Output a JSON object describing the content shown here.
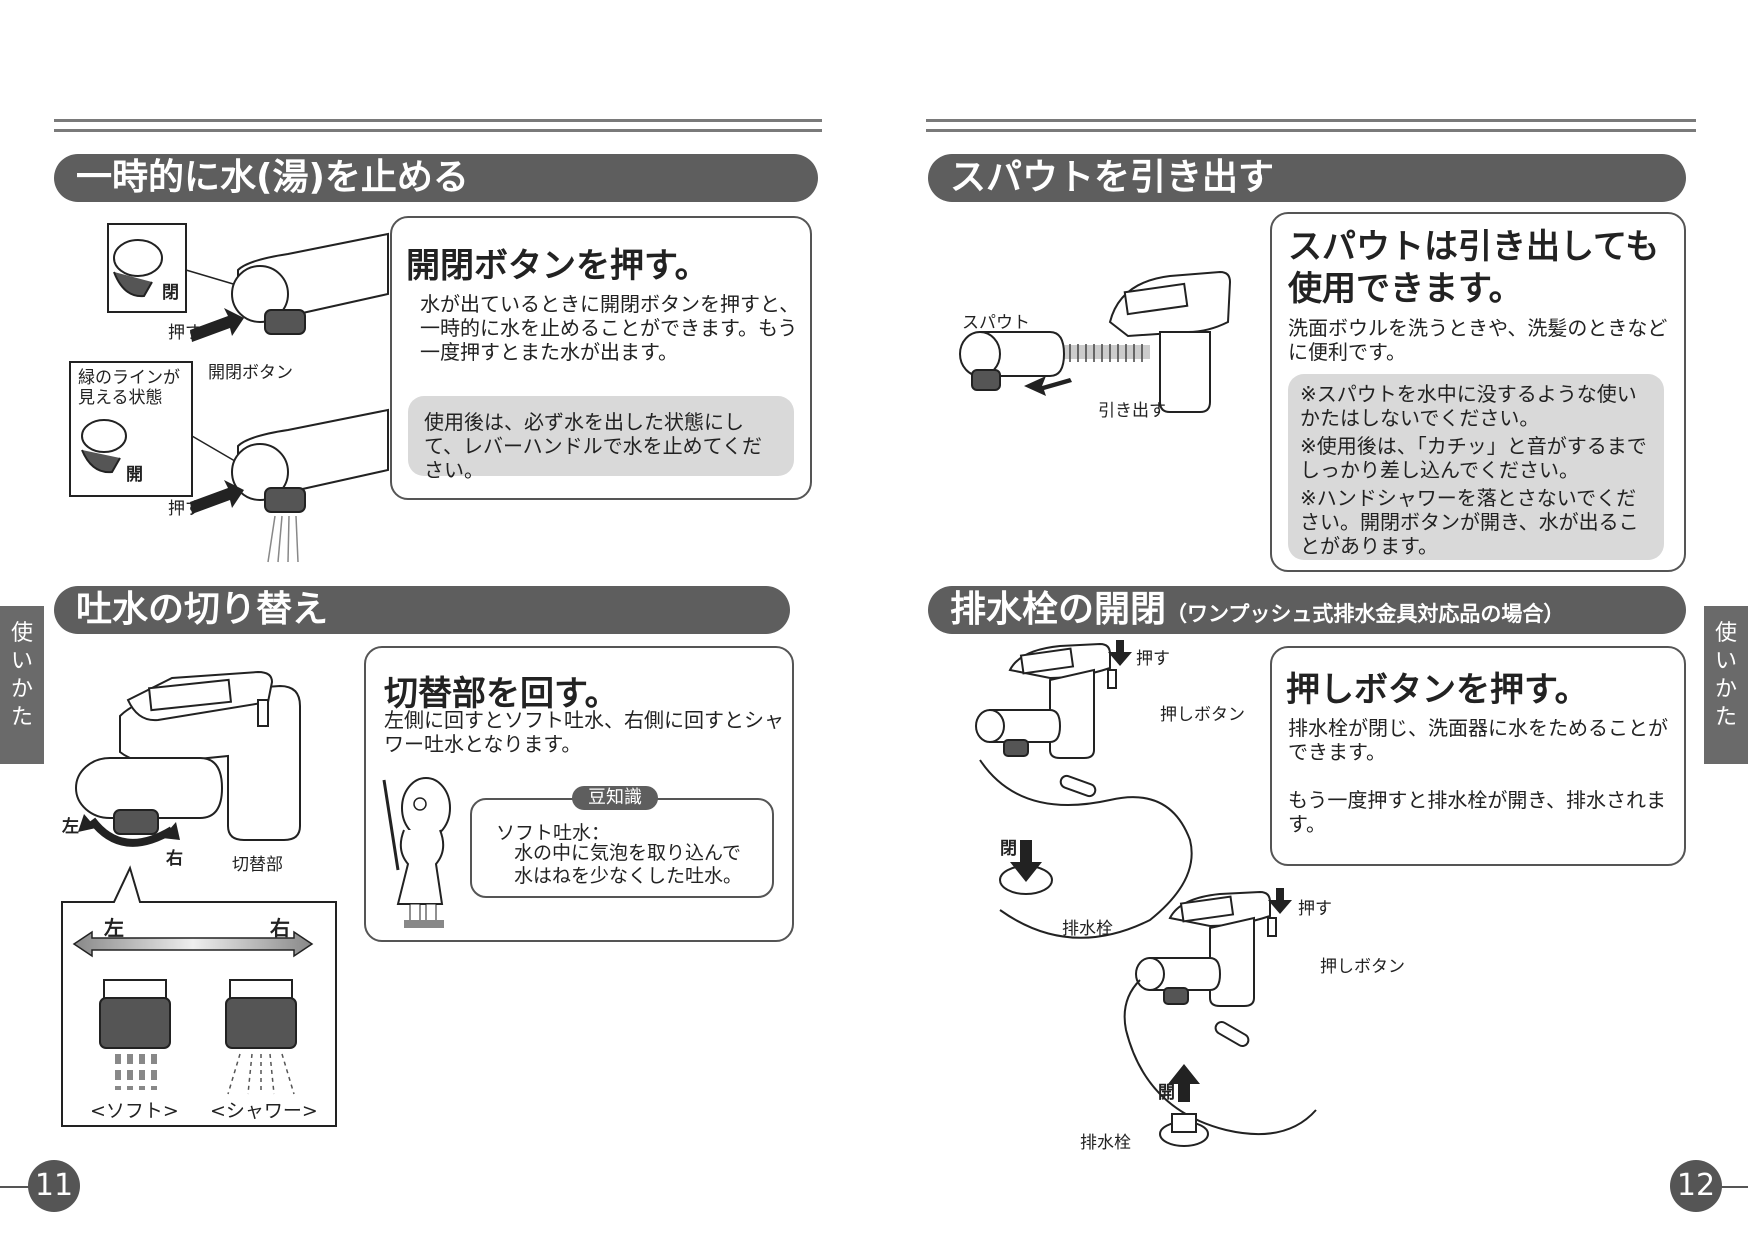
{
  "left_page": {
    "section1": {
      "heading": "一時的に水(湯)を止める",
      "card_title": "開閉ボタンを押す。",
      "card_text": "水が出ているときに開閉ボタンを押すと、一時的に水を止めることができます。もう一度押すとまた水が出ます。",
      "note": "使用後は、必ず水を出した状態にして、レバーハンドルで水を止めてください。",
      "fig": {
        "closed_label": "閉",
        "open_label": "開",
        "push_label": "押す",
        "button_label": "開閉ボタン",
        "green_line_label": "緑のラインが見える状態"
      }
    },
    "section2": {
      "heading": "吐水の切り替え",
      "card_title": "切替部を回す。",
      "card_text": "左側に回すとソフト吐水、右側に回すとシャワー吐水となります。",
      "tip_badge": "豆知識",
      "tip_title": "ソフト吐水：",
      "tip_text": "水の中に気泡を取り込んで水はねを少なくした吐水。",
      "fig": {
        "left": "左",
        "right": "右",
        "switch_label": "切替部",
        "soft": "<ソフト>",
        "shower": "<シャワー>"
      }
    },
    "tab": "使いかた",
    "page_number": "11"
  },
  "right_page": {
    "section1": {
      "heading": "スパウトを引き出す",
      "card_title": "スパウトは引き出しても使用できます。",
      "card_text": "洗面ボウルを洗うときや、洗髪のときなどに便利です。",
      "notes": [
        "※スパウトを水中に没するような使いかたはしないでください。",
        "※使用後は、「カチッ」と音がするまでしっかり差し込んでください。",
        "※ハンドシャワーを落とさないでください。開閉ボタンが開き、水が出ることがあります。"
      ],
      "fig": {
        "spout_label": "スパウト",
        "pull_label": "引き出す"
      }
    },
    "section2": {
      "heading": "排水栓の開閉",
      "heading_sub": "（ワンプッシュ式排水金具対応品の場合）",
      "card_title": "押しボタンを押す。",
      "card_text1": "排水栓が閉じ、洗面器に水をためることができます。",
      "card_text2": "もう一度押すと排水栓が開き、排水されます。",
      "fig": {
        "push": "押す",
        "push_button": "押しボタン",
        "closed": "閉",
        "open": "開",
        "drain": "排水栓"
      }
    },
    "tab": "使いかた",
    "page_number": "12"
  }
}
